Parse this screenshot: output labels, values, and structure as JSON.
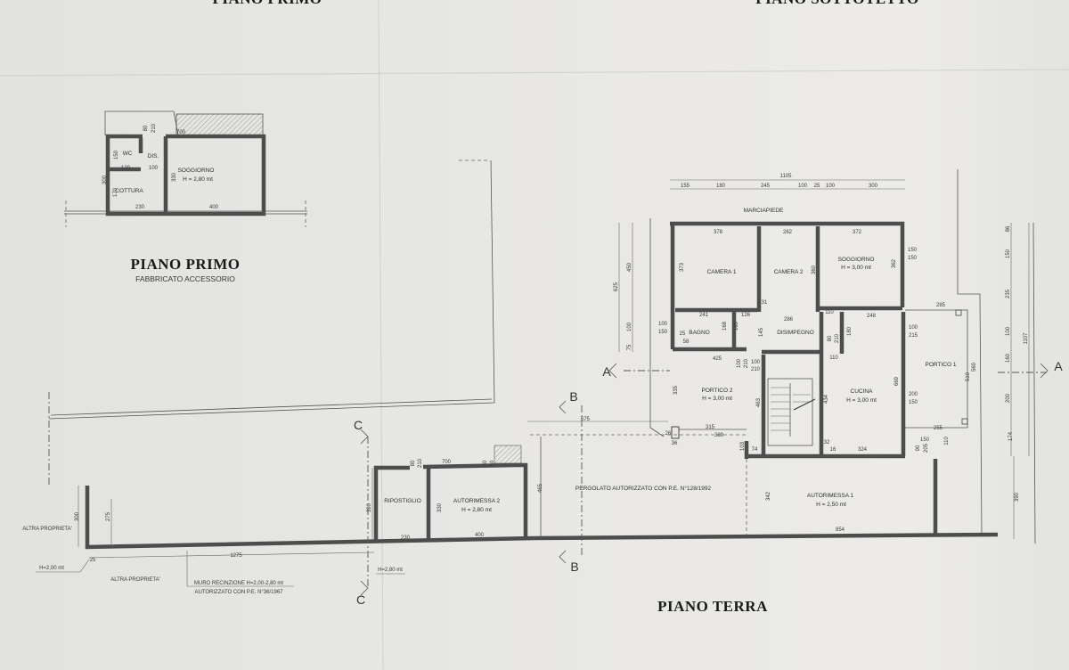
{
  "sheet_headers": [
    "PIANO PRIMO",
    "PIANO SOTTOTETTO"
  ],
  "piano_primo": {
    "title": "PIANO PRIMO",
    "subtitle": "FABBRICATO ACCESSORIO",
    "rooms": {
      "wc": "WC",
      "dis": "DIS.",
      "cottura": "COTTURA",
      "soggiorno": "SOGGIORNO",
      "soggiorno_h": "H = 2,80 mt"
    },
    "dims": [
      "80",
      "210",
      "700",
      "150",
      "120",
      "100",
      "300",
      "170",
      "330",
      "230",
      "400"
    ]
  },
  "piano_terra": {
    "title": "PIANO TERRA",
    "rooms": {
      "marciapiede": "MARCIAPIEDE",
      "camera1": "CAMERA 1",
      "camera2": "CAMERA 2",
      "soggiorno": "SOGGIORNO",
      "soggiorno_h": "H = 3,00 mt",
      "bagno": "BAGNO",
      "disimpegno": "DISIMPEGNO",
      "cucina": "CUCINA",
      "cucina_h": "H = 3,00 mt",
      "portico1": "PORTICO 1",
      "portico2": "PORTICO 2",
      "portico2_h": "H = 3,00 mt",
      "autorimessa1": "AUTORIMESSA 1",
      "autorimessa1_h": "H = 2,50 mt",
      "autorimessa2": "AUTORIMESSA 2",
      "autorimessa2_h": "H = 2,80 mt",
      "ripostiglio": "RIPOSTIGLIO",
      "pergolato": "PERGOLATO AUTORIZZATO CON P.E. N°128/1992"
    },
    "dims_top": [
      "1105",
      "155",
      "180",
      "245",
      "100",
      "25",
      "100",
      "300"
    ],
    "dims": [
      "378",
      "262",
      "372",
      "373",
      "360",
      "362",
      "150",
      "150",
      "241",
      "126",
      "31",
      "286",
      "110",
      "248",
      "285",
      "100",
      "150",
      "25",
      "58",
      "168",
      "169",
      "145",
      "80",
      "210",
      "180",
      "100",
      "215",
      "425",
      "100",
      "210",
      "100",
      "210",
      "110",
      "335",
      "463",
      "434",
      "669",
      "510",
      "560",
      "200",
      "150",
      "315",
      "389",
      "26",
      "36",
      "103",
      "74",
      "32",
      "16",
      "324",
      "255",
      "150",
      "90",
      "205",
      "110"
    ],
    "dims_right": [
      "86",
      "150",
      "235",
      "100",
      "160",
      "200",
      "174",
      "1107",
      "390"
    ],
    "dims_left": [
      "625",
      "450",
      "100",
      "75"
    ],
    "dims_bottom": [
      "675",
      "465",
      "342",
      "854",
      "700",
      "80",
      "210",
      "50",
      "50",
      "390",
      "330",
      "230",
      "400",
      "300",
      "275",
      "1275",
      "25"
    ],
    "notes": {
      "altra_proprieta_1": "ALTRA PROPRIETA'",
      "altra_proprieta_2": "ALTRA PROPRIETA'",
      "h200": "H=2,00 mt",
      "h280": "H=2,80 mt",
      "muro_1": "MURO RECINZIONE H=2,00-2,80 mt",
      "muro_2": "AUTORIZZATO CON P.E. N°36/1967"
    }
  },
  "sections": [
    "A",
    "A",
    "B",
    "B",
    "C",
    "C"
  ]
}
